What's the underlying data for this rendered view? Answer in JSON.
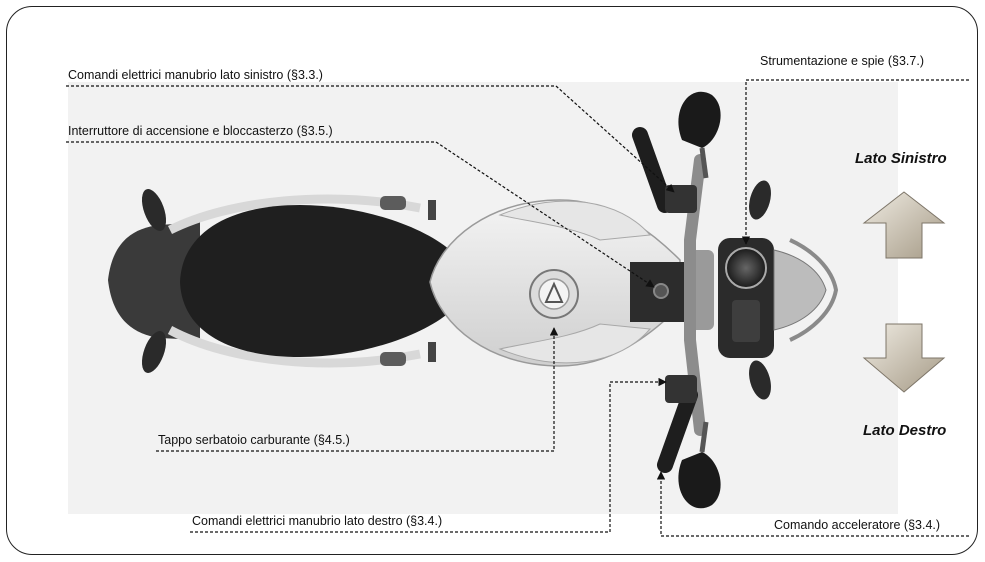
{
  "labels": {
    "left_switches": "Comandi elettrici manubrio lato sinistro (§3.3.)",
    "ignition": "Interruttore di accensione e bloccasterzo (§3.5.)",
    "fuel_cap": "Tappo serbatoio carburante (§4.5.)",
    "right_switches": "Comandi elettrici manubrio lato destro (§3.4.)",
    "instruments": "Strumentazione e spie (§3.7.)",
    "throttle": "Comando acceleratore (§3.4.)"
  },
  "sides": {
    "left": "Lato Sinistro",
    "right": "Lato Destro"
  }
}
